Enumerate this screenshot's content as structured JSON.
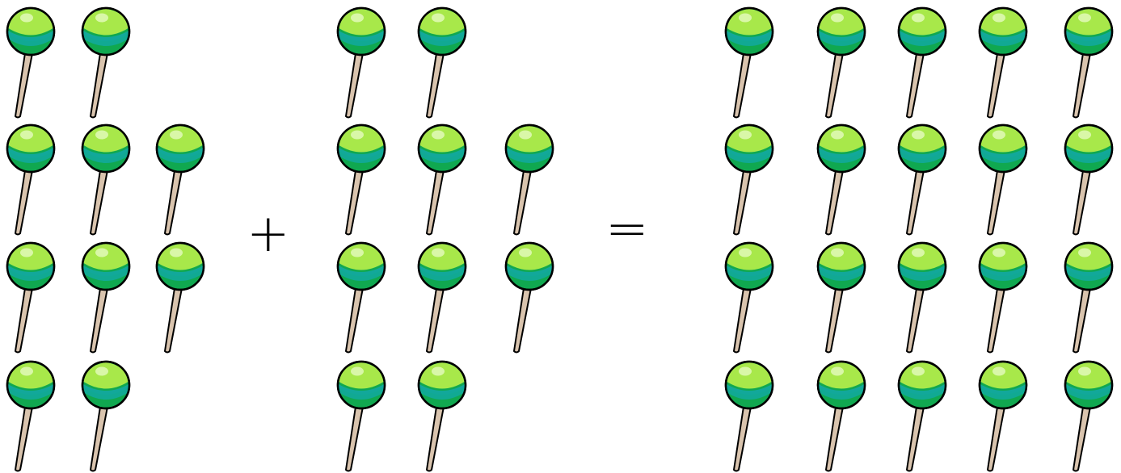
{
  "operators": {
    "plus": "+",
    "equals": "="
  },
  "icons": {
    "item": "lollipop-icon"
  },
  "colors": {
    "candy_light": "#a8e84a",
    "candy_teal": "#12a89a",
    "candy_green": "#10a850",
    "stick": "#d9c4ae",
    "outline": "#000000"
  },
  "groups": [
    {
      "name": "left-group",
      "rows": [
        2,
        3,
        3,
        2
      ]
    },
    {
      "name": "middle-group",
      "rows": [
        2,
        3,
        3,
        2
      ]
    },
    {
      "name": "result-group",
      "rows": [
        5,
        5,
        5,
        5
      ]
    }
  ]
}
